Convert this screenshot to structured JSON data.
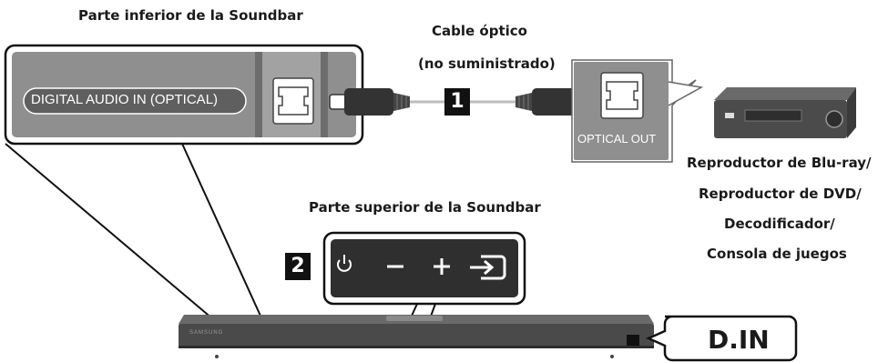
{
  "labels": {
    "soundbar_bottom": "Parte inferior de la Soundbar",
    "cable_line1": "Cable óptico",
    "cable_line2": "(no suministrado)",
    "soundbar_top": "Parte superior de la Soundbar",
    "digital_audio_in": "DIGITAL AUDIO IN (OPTICAL)",
    "optical_out": "OPTICAL OUT",
    "device_line1": "Reproductor de Blu-ray/",
    "device_line2": "Reproductor de DVD/",
    "device_line3": "Decodificador/",
    "device_line4": "Consola de juegos",
    "display": "D.IN",
    "samsung_logo": "SAMSUNG"
  },
  "steps": {
    "one": "1",
    "two": "2"
  },
  "controls": {
    "power_icon": "power-icon",
    "minus": "−",
    "plus": "+",
    "source_icon": "source-icon"
  },
  "colors": {
    "panel_gray": "#8e8e8e",
    "panel_dark": "#5a5a5a",
    "soundbar": "#4a4a4a",
    "text": "#1a1a1a"
  }
}
